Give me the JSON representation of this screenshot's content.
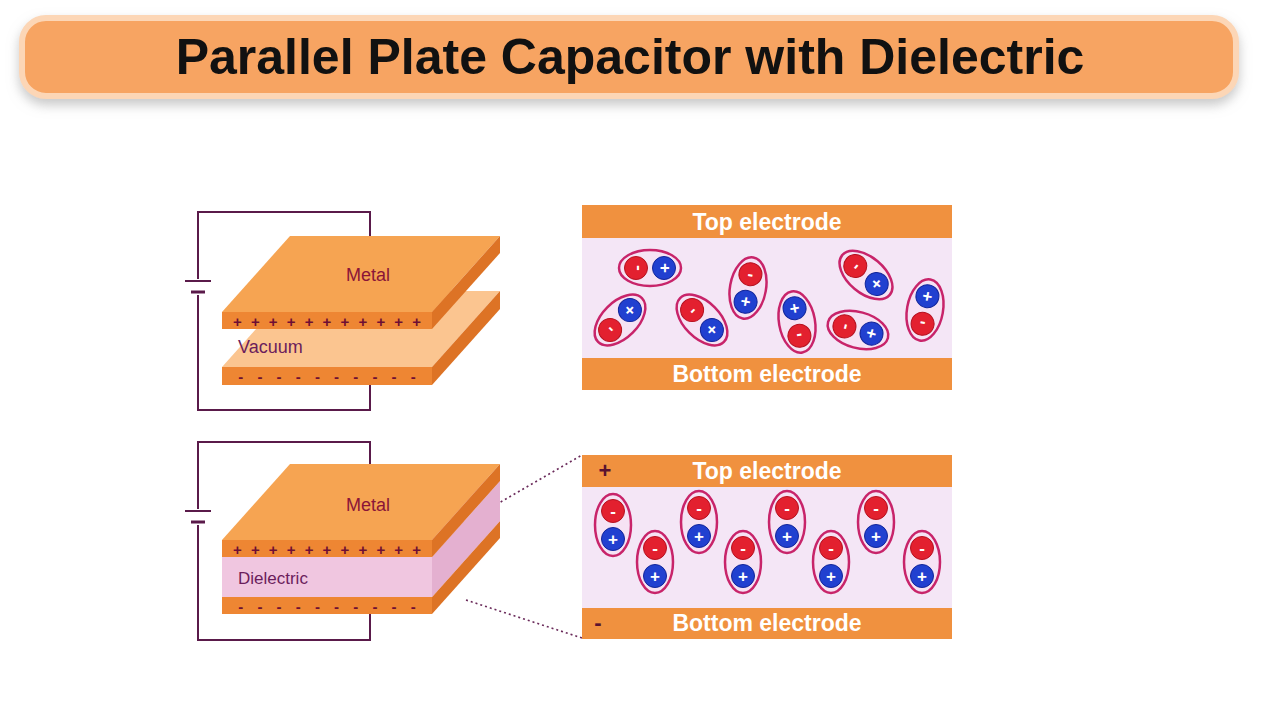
{
  "diagram": {
    "title": "Parallel Plate Capacitor with Dielectric",
    "nodes": [
      {
        "text": [
          "Metal",
          "+ + + + + + + + + + +"
        ]
      },
      {
        "text": [
          "- - - - - - - - - -"
        ]
      },
      {
        "text": [
          "Top electrode"
        ]
      },
      {
        "text": [
          "-",
          "+"
        ]
      },
      {
        "text": [
          "-",
          "+"
        ]
      },
      {
        "text": [
          "-",
          "+"
        ]
      },
      {
        "text": [
          "-",
          "+"
        ]
      },
      {
        "text": [
          "-",
          "+"
        ]
      },
      {
        "text": [
          "-",
          "+"
        ]
      },
      {
        "text": [
          "-",
          "+"
        ]
      },
      {
        "text": [
          "-",
          "+"
        ]
      },
      {
        "text": [
          "Bottom electrode"
        ]
      },
      {
        "text": [
          "Metal",
          "+ + + + + + + + + + +"
        ]
      },
      {
        "text": [
          "Dielectric"
        ]
      },
      {
        "text": [
          "- - - - - - - - - -"
        ]
      },
      {
        "text": [
          "+",
          "Top electrode"
        ]
      },
      {
        "text": [
          "-",
          "+"
        ]
      },
      {
        "text": [
          "-",
          "+"
        ]
      },
      {
        "text": [
          "-",
          "+"
        ]
      },
      {
        "text": [
          "-",
          "+"
        ]
      },
      {
        "text": [
          "-",
          "+"
        ]
      },
      {
        "text": [
          "-",
          "+"
        ]
      },
      {
        "text": [
          "-",
          "+"
        ]
      },
      {
        "text": [
          "-",
          "+"
        ]
      },
      {
        "text": [
          "-",
          "Bottom electrode"
        ]
      }
    ],
    "edges": [
      {
        "from": 0,
        "to": 1,
        "arrow": "none"
      },
      {
        "from": 12,
        "to": 14,
        "arrow": "none"
      }
    ],
    "labels": [
      "Vacuum"
    ]
  }
}
